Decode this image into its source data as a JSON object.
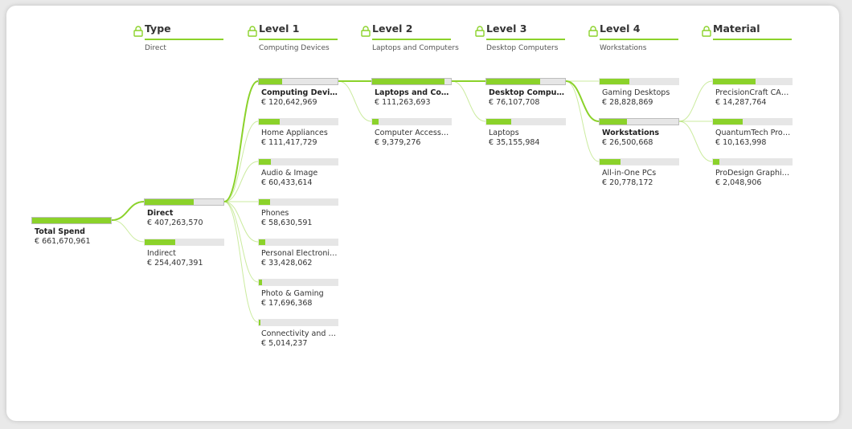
{
  "accent_color": "#8bd22a",
  "columns": [
    {
      "title": "Type",
      "subtitle": "Direct",
      "icon": "lock-icon"
    },
    {
      "title": "Level 1",
      "subtitle": "Computing Devices",
      "icon": "lock-icon"
    },
    {
      "title": "Level 2",
      "subtitle": "Laptops and Computers",
      "icon": "lock-icon"
    },
    {
      "title": "Level 3",
      "subtitle": "Desktop Computers",
      "icon": "lock-icon"
    },
    {
      "title": "Level 4",
      "subtitle": "Workstations",
      "icon": "lock-icon"
    },
    {
      "title": "Material",
      "subtitle": "",
      "icon": "lock-icon"
    }
  ],
  "root": {
    "label": "Total Spend",
    "value": "€ 661,670,961",
    "fraction": 1.0
  },
  "levels": [
    [
      {
        "label": "Direct",
        "value": "€ 407,263,570",
        "fraction": 0.62,
        "selected": true
      },
      {
        "label": "Indirect",
        "value": "€ 254,407,391",
        "fraction": 0.39,
        "selected": false
      }
    ],
    [
      {
        "label": "Computing Devices",
        "value": "€ 120,642,969",
        "fraction": 0.3,
        "selected": true
      },
      {
        "label": "Home Appliances",
        "value": "€ 111,417,729",
        "fraction": 0.27,
        "selected": false
      },
      {
        "label": "Audio & Image",
        "value": "€ 60,433,614",
        "fraction": 0.15,
        "selected": false
      },
      {
        "label": "Phones",
        "value": "€ 58,630,591",
        "fraction": 0.14,
        "selected": false
      },
      {
        "label": "Personal Electronic Devices",
        "value": "€ 33,428,062",
        "fraction": 0.08,
        "selected": false
      },
      {
        "label": "Photo & Gaming",
        "value": "€ 17,696,368",
        "fraction": 0.04,
        "selected": false
      },
      {
        "label": "Connectivity and Power",
        "value": "€ 5,014,237",
        "fraction": 0.015,
        "selected": false
      }
    ],
    [
      {
        "label": "Laptops and Computers",
        "value": "€ 111,263,693",
        "fraction": 0.92,
        "selected": true
      },
      {
        "label": "Computer Accessories",
        "value": "€ 9,379,276",
        "fraction": 0.08,
        "selected": false
      }
    ],
    [
      {
        "label": "Desktop Computers",
        "value": "€ 76,107,708",
        "fraction": 0.68,
        "selected": true
      },
      {
        "label": "Laptops",
        "value": "€ 35,155,984",
        "fraction": 0.32,
        "selected": false
      }
    ],
    [
      {
        "label": "Gaming Desktops",
        "value": "€ 28,828,869",
        "fraction": 0.38,
        "selected": false
      },
      {
        "label": "Workstations",
        "value": "€ 26,500,668",
        "fraction": 0.35,
        "selected": true
      },
      {
        "label": "All-in-One PCs",
        "value": "€ 20,778,172",
        "fraction": 0.27,
        "selected": false
      }
    ],
    [
      {
        "label": "PrecisionCraft CAD Workstation",
        "value": "€ 14,287,764",
        "fraction": 0.54,
        "selected": false
      },
      {
        "label": "QuantumTech Professional Workstation",
        "value": "€ 10,163,998",
        "fraction": 0.38,
        "selected": false
      },
      {
        "label": "ProDesign Graphics Workstation",
        "value": "€ 2,048,906",
        "fraction": 0.08,
        "selected": false
      }
    ]
  ]
}
